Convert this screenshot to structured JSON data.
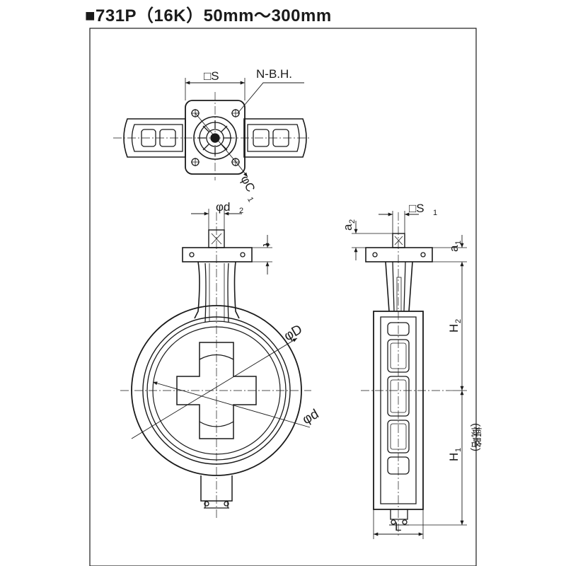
{
  "title": "■731P（16K）50mm～300mm",
  "top_view": {
    "square_label": "□S",
    "bolt_holes_label": "N-B.H.",
    "pcd_label": "φC",
    "pcd_sub": "1"
  },
  "front_view": {
    "shaft_label": "φd",
    "shaft_sub": "2",
    "flange_thickness_label": "t",
    "outer_diameter_label": "φD",
    "inner_diameter_label": "φd"
  },
  "side_view": {
    "square_label": "□S",
    "square_sub": "1",
    "a2_label": "a",
    "a2_sub": "2",
    "a1_label": "a",
    "a1_sub": "1",
    "h2_label": "H",
    "h2_sub": "2",
    "h1_label": "H",
    "h1_sub": "1",
    "approx_label": "(概略)",
    "length_label": "L"
  },
  "colors": {
    "line": "#1a1a1a",
    "thin": "#333333"
  }
}
